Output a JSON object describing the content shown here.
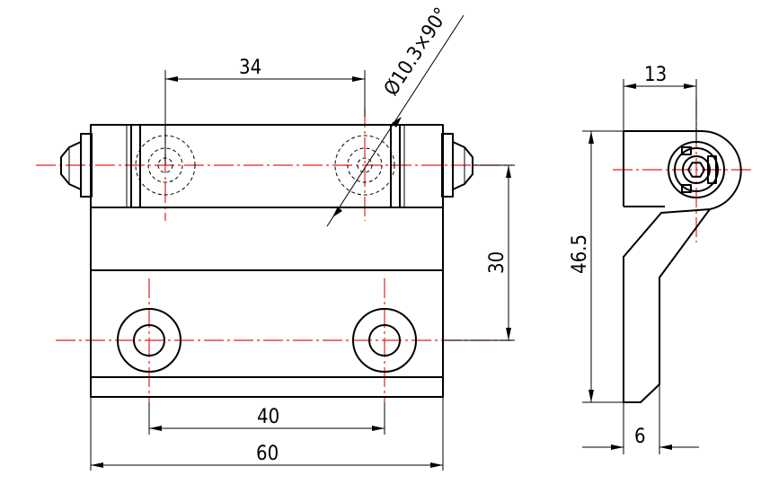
{
  "drawing": {
    "dimensions": {
      "pin_spacing": "34",
      "chamfer_callout": "Ø10.3×90°",
      "height_pin_to_hole": "30",
      "hole_spacing": "40",
      "overall_width": "60",
      "knuckle_width": "13",
      "side_height": "46.5",
      "leaf_thickness": "6"
    },
    "colors": {
      "outline": "#000000",
      "centerline": "#e32222"
    }
  }
}
